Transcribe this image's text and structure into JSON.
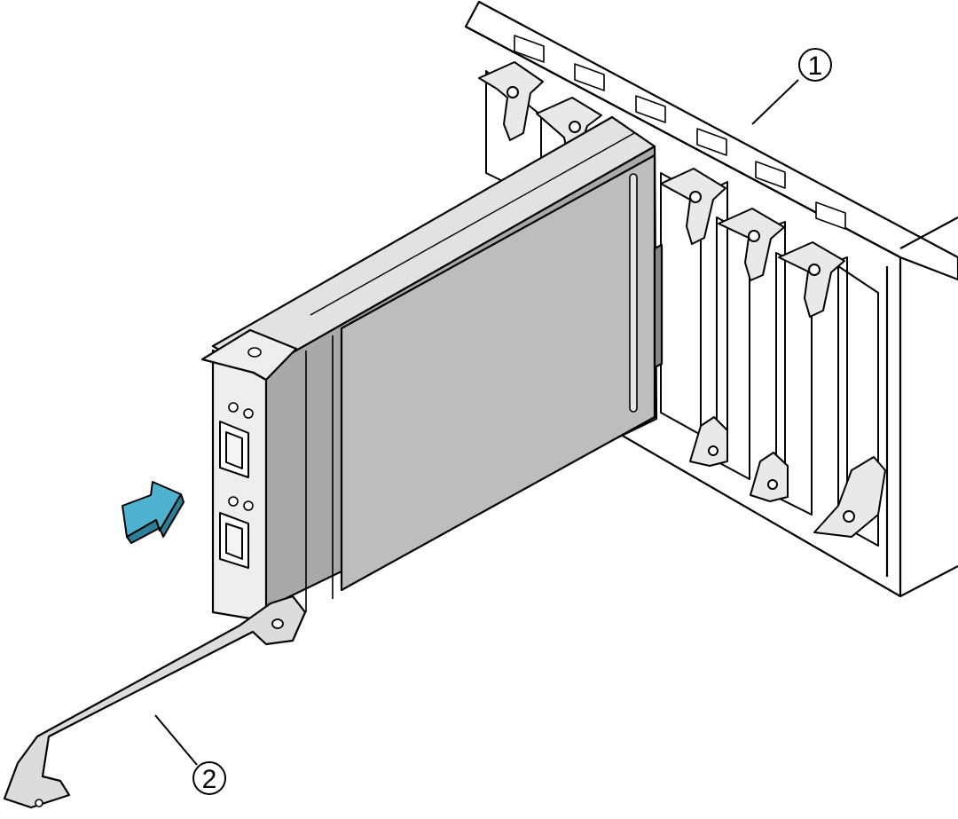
{
  "callouts": [
    {
      "id": "1",
      "label": "1"
    },
    {
      "id": "2",
      "label": "2"
    }
  ],
  "colors": {
    "line": "#000000",
    "background": "#ffffff",
    "module_side": "#bdbdbd",
    "module_side_dark": "#a9a9a9",
    "module_top": "#e2e2e2",
    "faceplate": "#eeeeee",
    "lever": "#dcdcdc",
    "slot_latch": "#e9e9e9",
    "insertion_arrow": "#4fb3d0",
    "insertion_arrow_shade": "#2c7f99"
  },
  "icons": {
    "insertion_arrow": "arrow-right-icon",
    "port_upper": "connector-port-icon",
    "port_lower": "connector-port-icon"
  }
}
